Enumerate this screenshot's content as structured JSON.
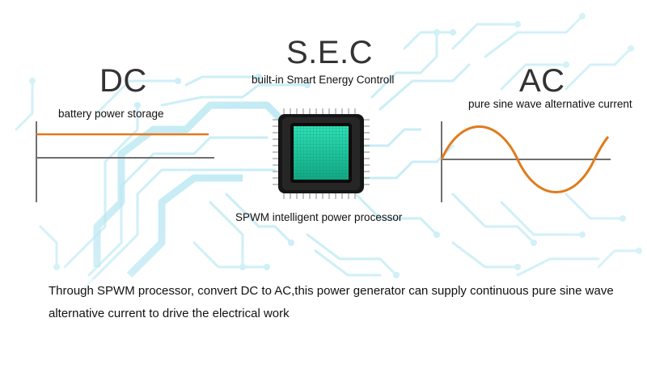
{
  "dc": {
    "title": "DC",
    "caption": "battery power storage"
  },
  "sec": {
    "title": "S.E.C",
    "caption": "built-in Smart Energy Controll"
  },
  "ac": {
    "title": "AC",
    "caption": "pure sine wave alternative current"
  },
  "processor": {
    "caption": "SPWM intelligent power processor"
  },
  "description": {
    "line1": "Through SPWM processor, convert DC to AC,this power generator can supply continuous pure sine wave",
    "line2": "alternative current to drive the electrical work"
  },
  "colors": {
    "waveform": "#e07b1c",
    "circuit": "#bfe9f3",
    "axis": "#707070",
    "chip_core": "#1fd0a8"
  },
  "icons": {
    "chip": "processor-chip-icon",
    "dc_graph": "dc-flat-line-graph",
    "ac_graph": "ac-sine-wave-graph"
  }
}
